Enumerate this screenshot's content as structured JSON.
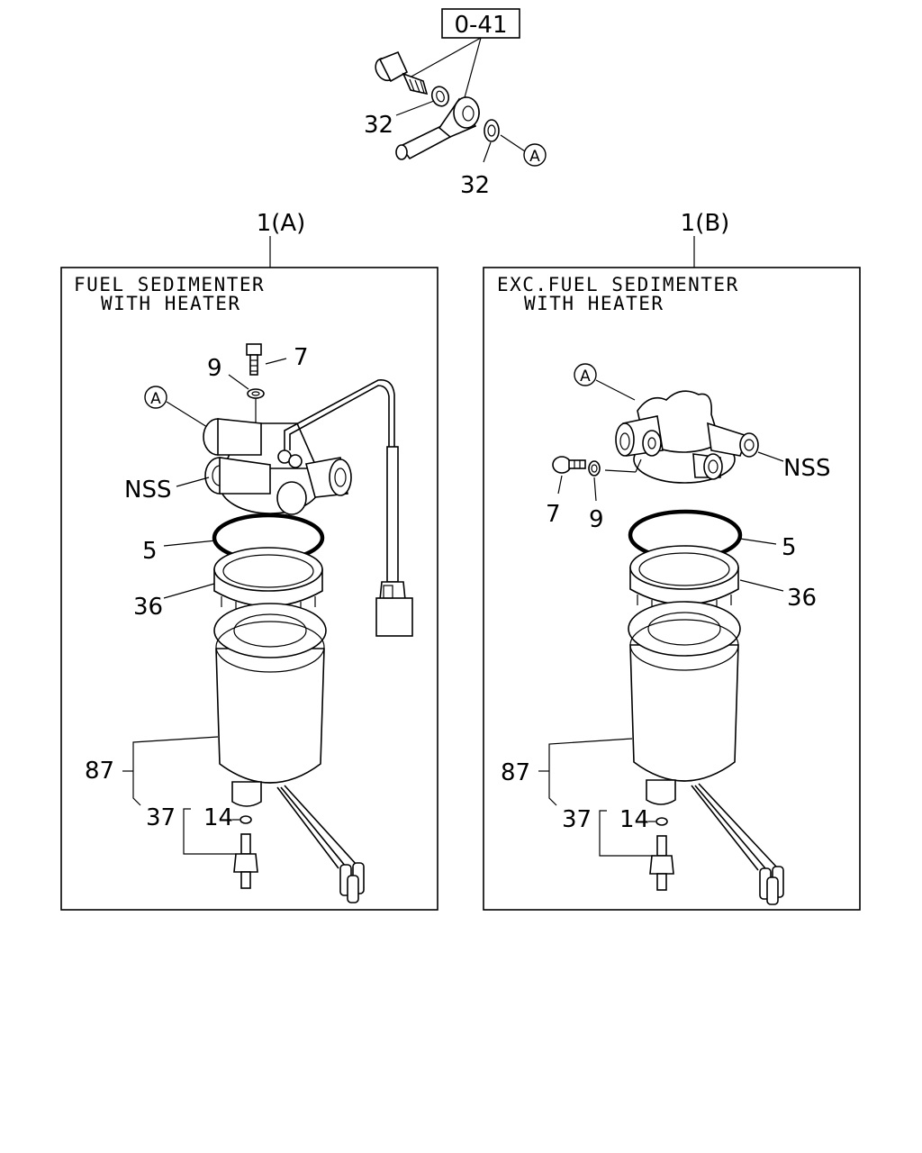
{
  "reference_box": "0-41",
  "top_group": {
    "callouts": [
      "32",
      "32"
    ],
    "circle_label": "A"
  },
  "panels": [
    {
      "id": "1(A)",
      "title_line1": "FUEL SEDIMENTER",
      "title_line2": "WITH HEATER",
      "circle_label": "A",
      "callouts": {
        "bolt": "7",
        "washer": "9",
        "nss": "NSS",
        "oring": "5",
        "ring": "36",
        "bowl": "87",
        "drain": "37",
        "small_oring": "14"
      }
    },
    {
      "id": "1(B)",
      "title_line1": "EXC.FUEL SEDIMENTER",
      "title_line2": "WITH HEATER",
      "circle_label": "A",
      "callouts": {
        "bolt": "7",
        "washer": "9",
        "nss": "NSS",
        "oring": "5",
        "ring": "36",
        "bowl": "87",
        "drain": "37",
        "small_oring": "14"
      }
    }
  ]
}
